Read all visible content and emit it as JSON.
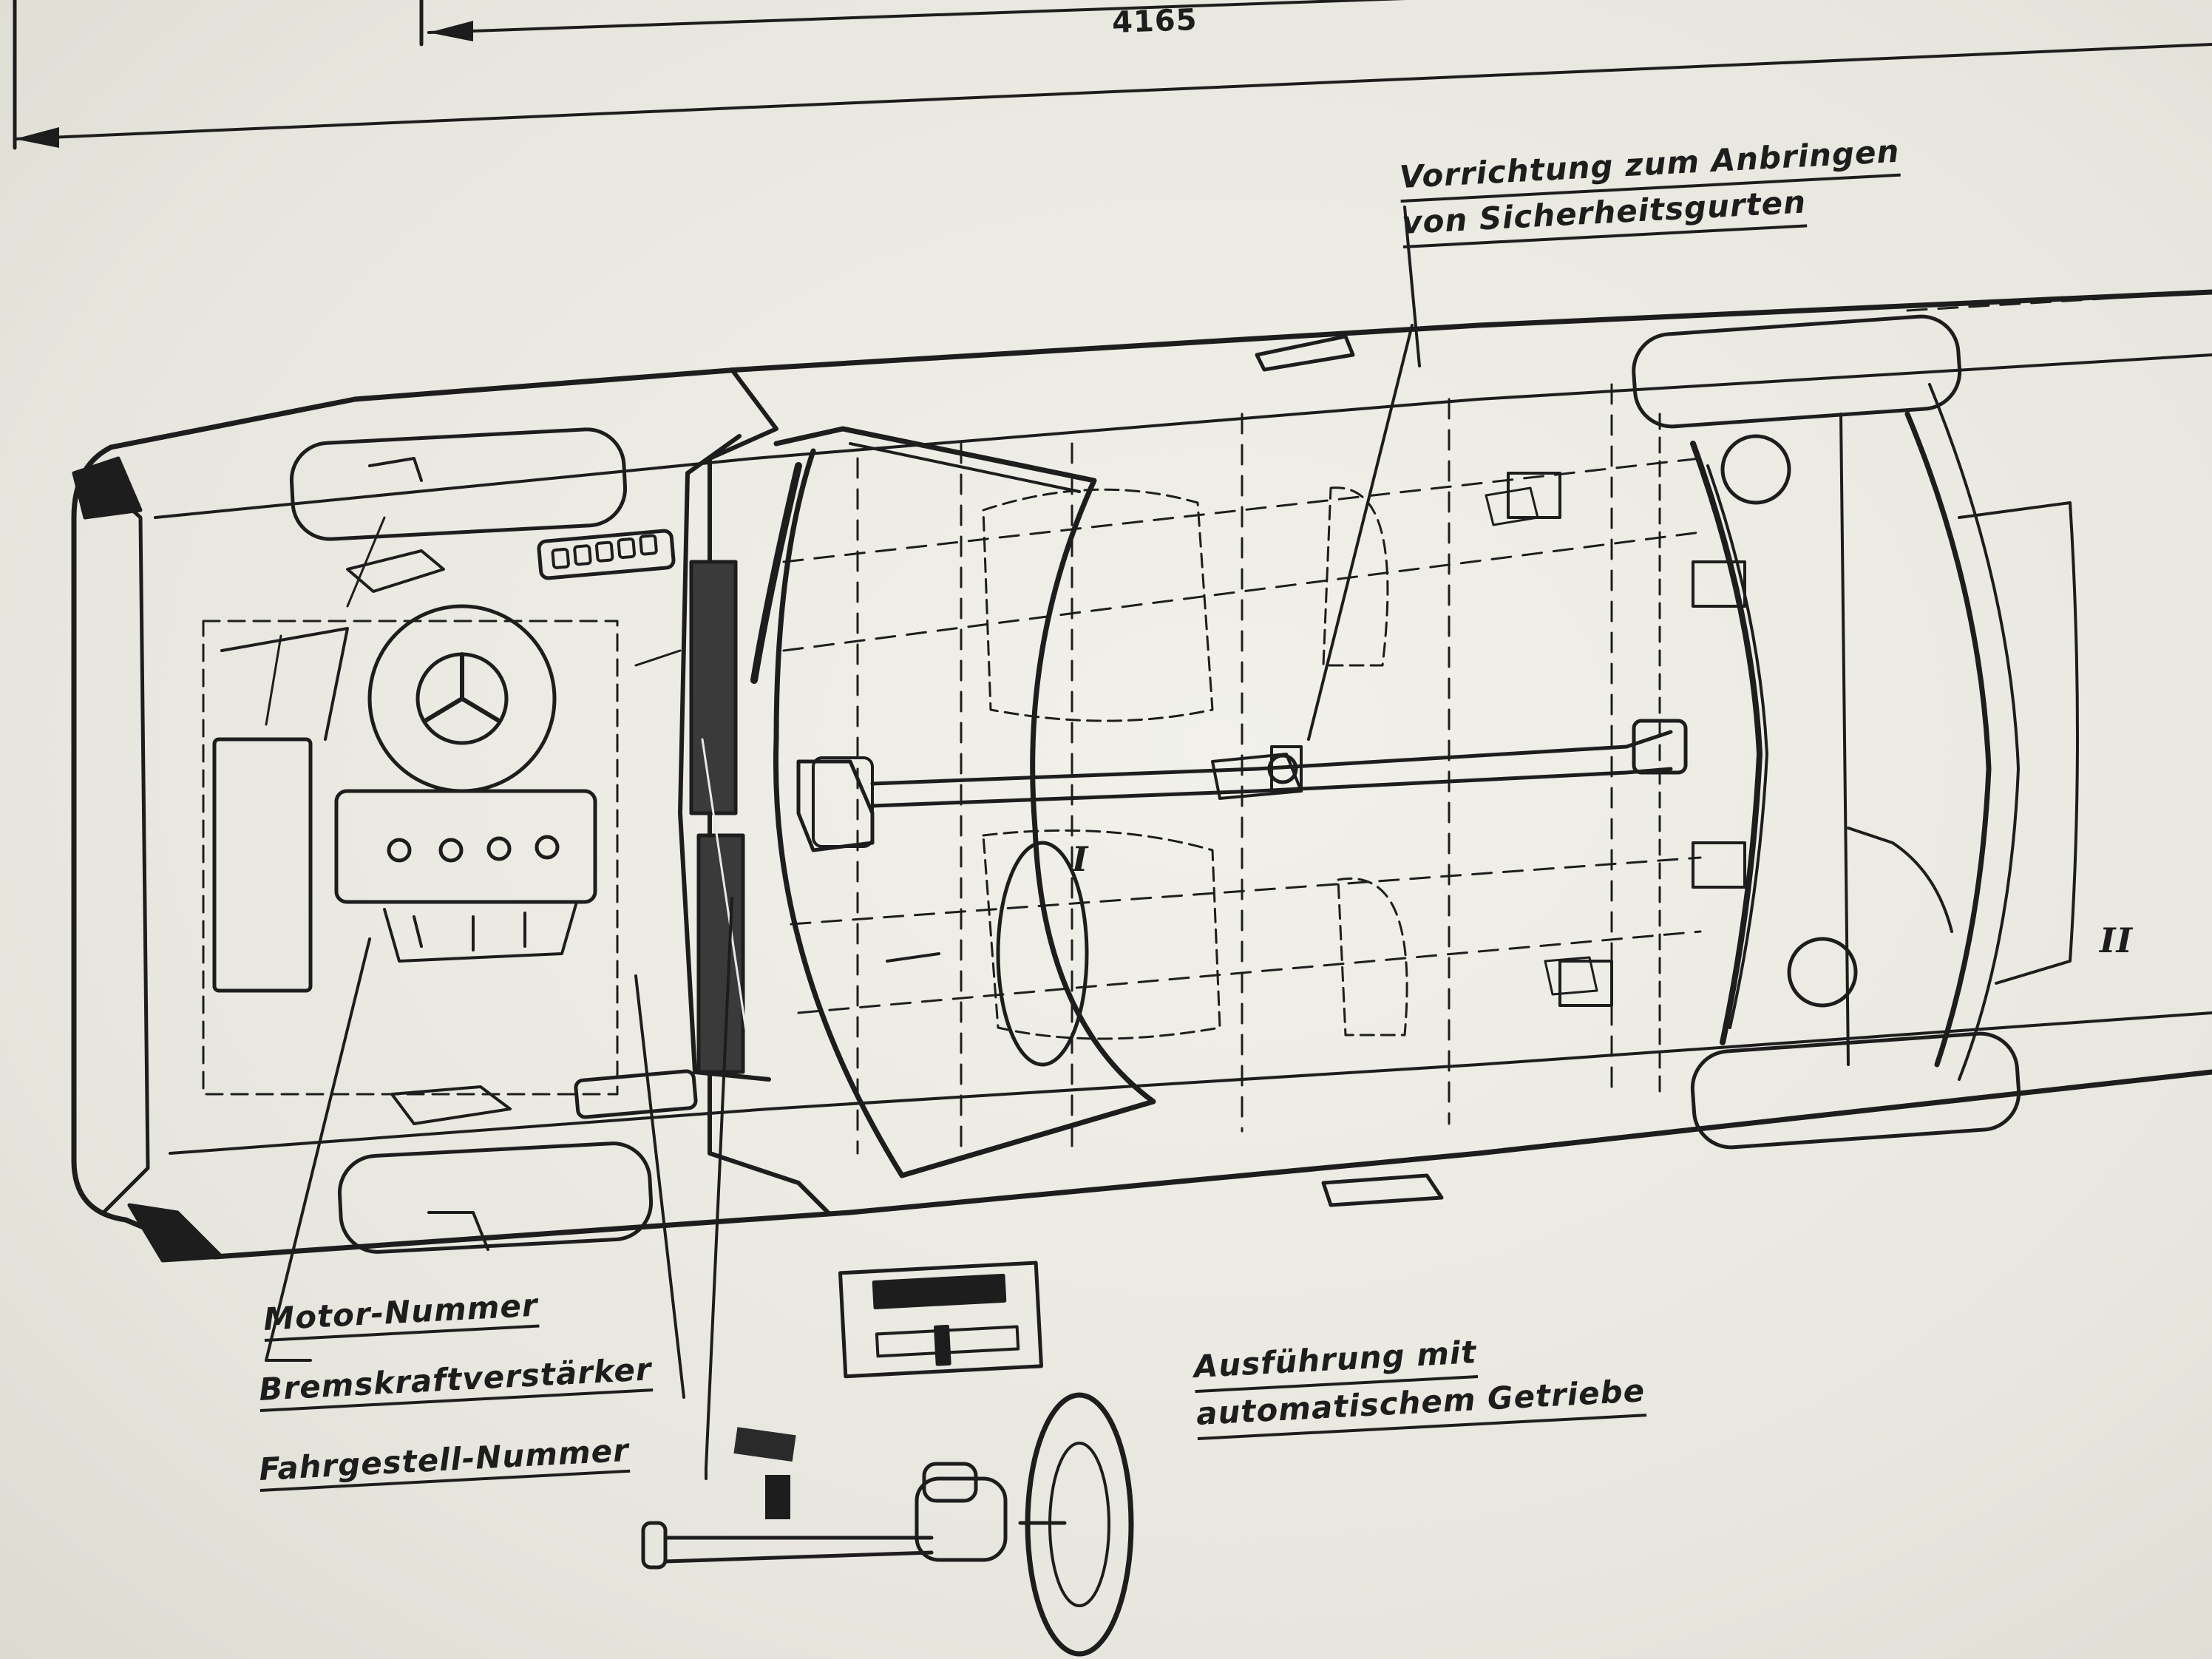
{
  "dimension": {
    "overall_length": "4165"
  },
  "labels": {
    "seatbelt": {
      "line1": "Vorrichtung zum Anbringen",
      "line2": "von Sicherheitsgurten"
    },
    "motor_number": "Motor-Nummer",
    "brake_booster": "Bremskraftverstärker",
    "chassis_number": "Fahrgestell-Nummer",
    "automatic_version": {
      "line1": "Ausführung mit",
      "line2": "automatischem Getriebe"
    }
  },
  "markers": {
    "front_seat": "I",
    "rear_seat": "II"
  },
  "colors": {
    "paper": "#ecebe4",
    "ink": "#1d1d1d"
  }
}
